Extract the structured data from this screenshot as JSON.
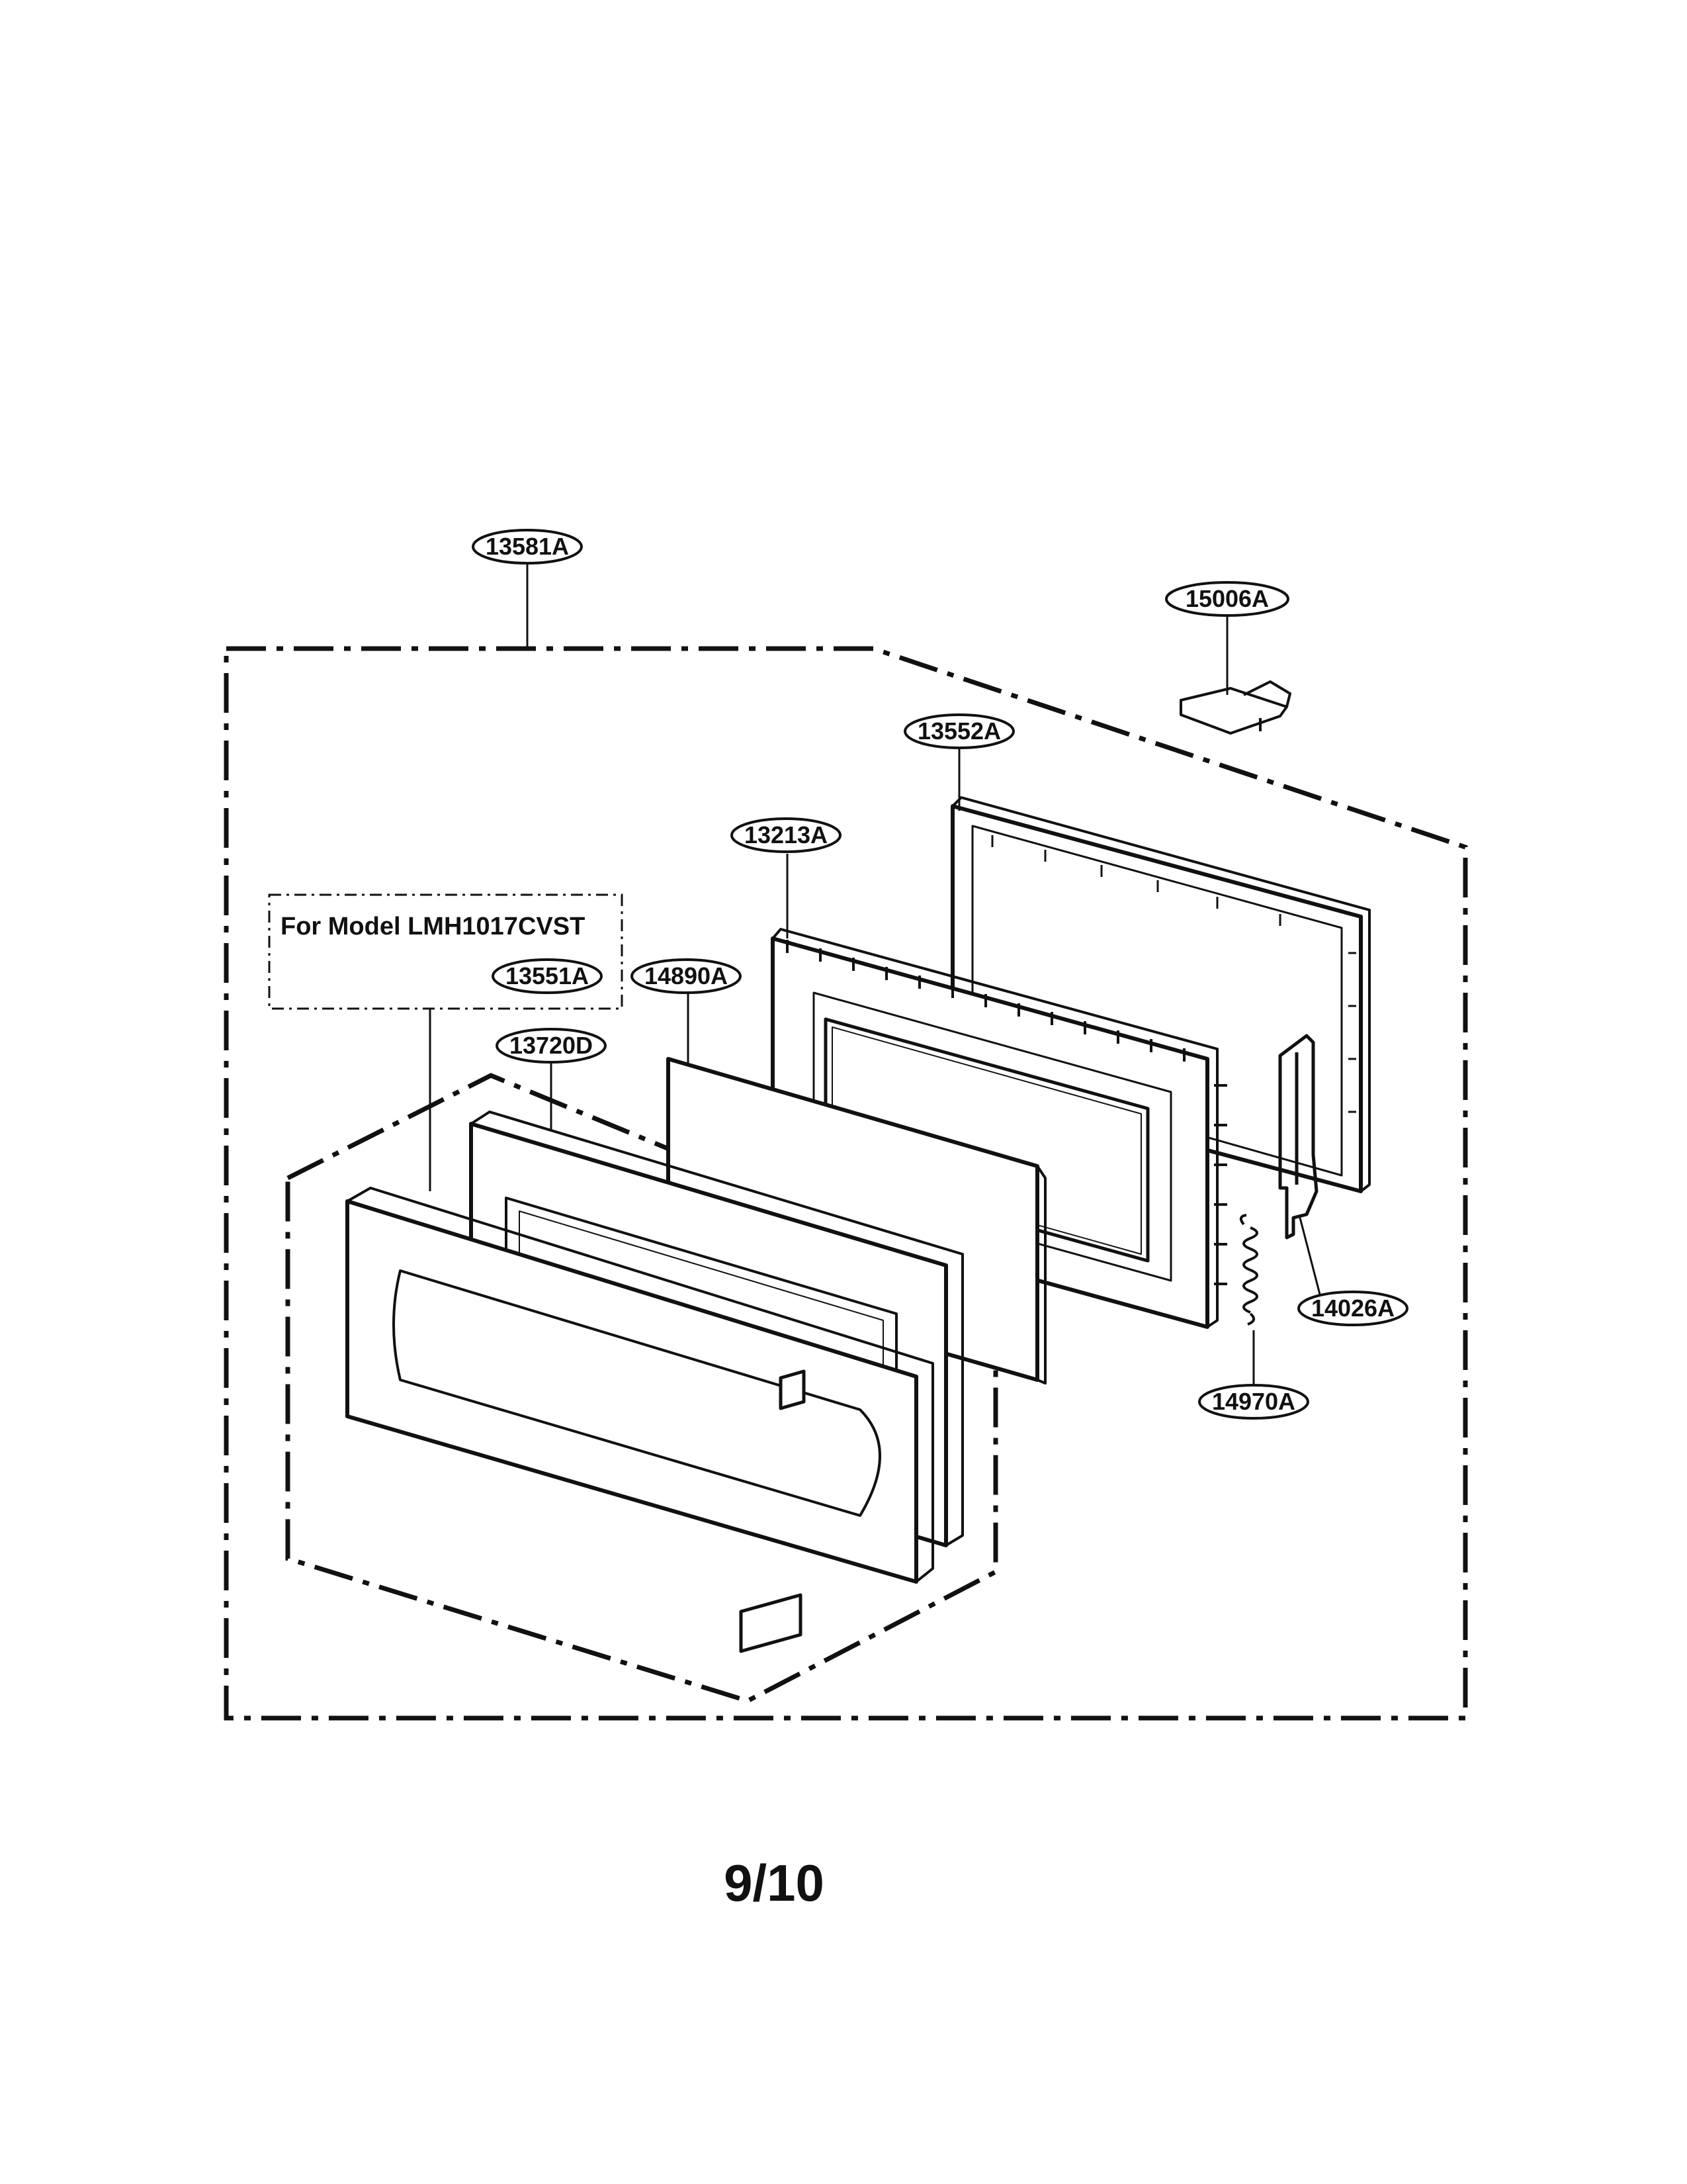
{
  "callouts": {
    "c13581a": "13581A",
    "c15006a": "15006A",
    "c13552a": "13552A",
    "c13213a": "13213A",
    "c13551a": "13551A",
    "c14890a": "14890A",
    "c13720d": "13720D",
    "c14026a": "14026A",
    "c14970a": "14970A"
  },
  "note": {
    "model_text": "For Model LMH1017CVST"
  },
  "page_number": "9/10",
  "colors": {
    "ink": "#111111",
    "panel_fill": "#f1f1f1",
    "background": "#ffffff"
  }
}
